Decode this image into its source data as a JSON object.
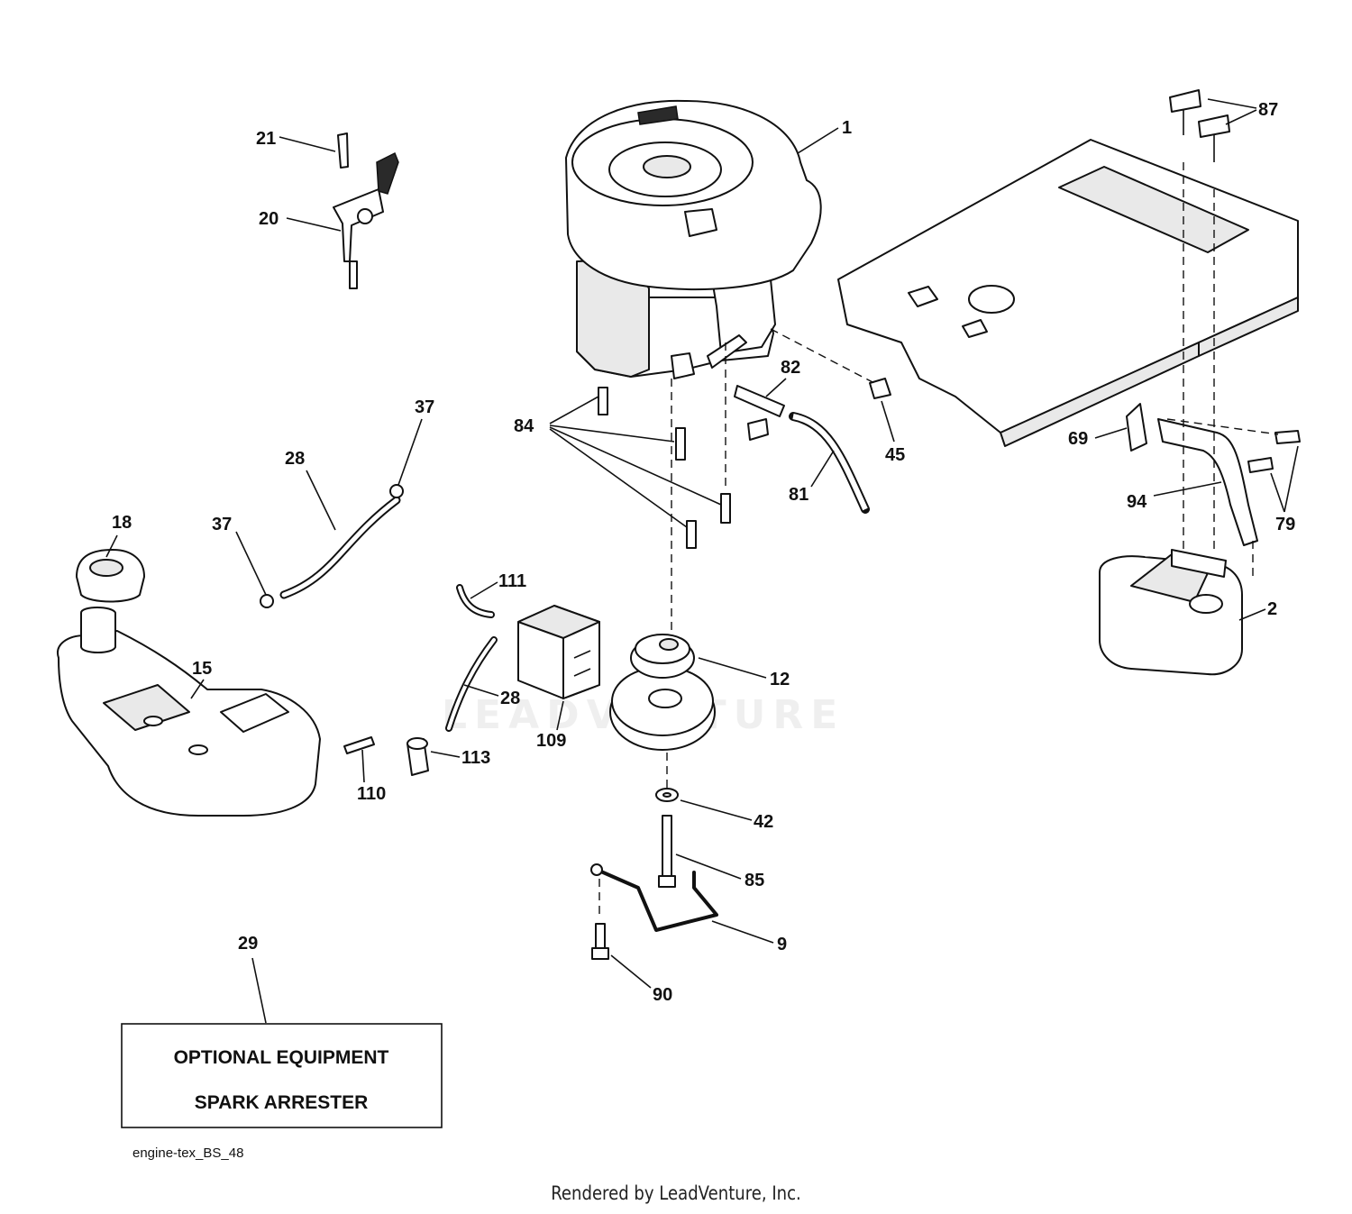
{
  "diagram": {
    "callouts": [
      {
        "label": "1"
      },
      {
        "label": "87"
      },
      {
        "label": "21"
      },
      {
        "label": "20"
      },
      {
        "label": "82"
      },
      {
        "label": "37"
      },
      {
        "label": "84"
      },
      {
        "label": "45"
      },
      {
        "label": "28"
      },
      {
        "label": "69"
      },
      {
        "label": "81"
      },
      {
        "label": "94"
      },
      {
        "label": "79"
      },
      {
        "label": "18"
      },
      {
        "label": "37"
      },
      {
        "label": "111"
      },
      {
        "label": "2"
      },
      {
        "label": "15"
      },
      {
        "label": "12"
      },
      {
        "label": "28"
      },
      {
        "label": "109"
      },
      {
        "label": "113"
      },
      {
        "label": "110"
      },
      {
        "label": "42"
      },
      {
        "label": "85"
      },
      {
        "label": "9"
      },
      {
        "label": "29"
      },
      {
        "label": "90"
      }
    ],
    "optional_box": {
      "line1": "OPTIONAL EQUIPMENT",
      "line2": "SPARK ARRESTER"
    },
    "drawing_code": "engine-tex_BS_48",
    "watermark": "LEADVENTURE"
  },
  "footer": {
    "text": "Rendered by LeadVenture, Inc."
  }
}
